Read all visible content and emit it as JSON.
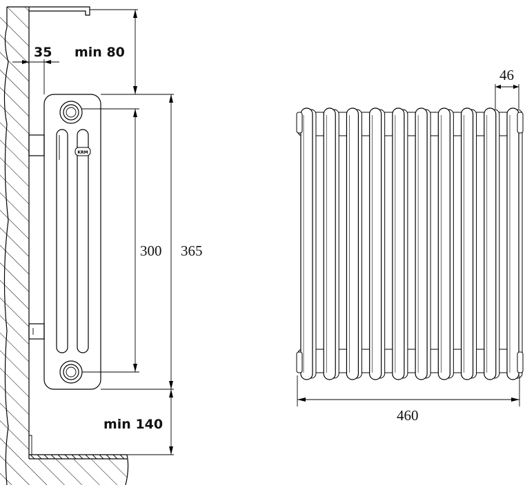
{
  "side_view": {
    "dim_offset": "35",
    "dim_top_clearance": "min 80",
    "dim_axis": "300",
    "dim_height": "365",
    "dim_floor_clearance": "min 140"
  },
  "front_view": {
    "dim_section_width": "46",
    "dim_total_width": "460",
    "section_count": 10
  }
}
